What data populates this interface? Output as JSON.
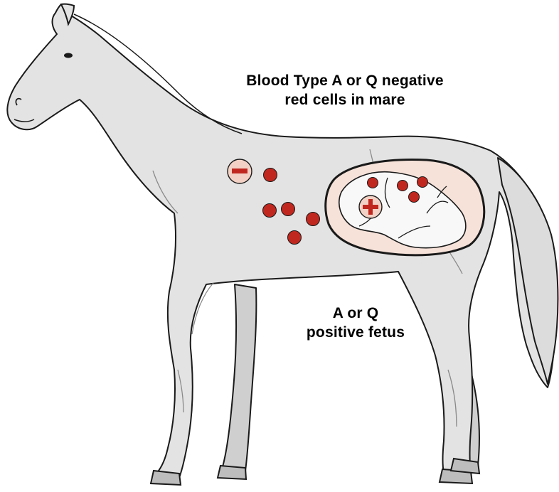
{
  "labels": {
    "mare_line1": "Blood Type A or Q negative",
    "mare_line2": "red cells in mare",
    "fetus_line1": "A or Q",
    "fetus_line2": "positive fetus"
  },
  "symbols": {
    "negative": "negative-antigen-marker",
    "positive": "positive-antigen-marker"
  },
  "colors": {
    "horse_body": "#e3e3e3",
    "horse_shadow": "#cfcfcf",
    "outline": "#1a1a1a",
    "red_cell": "#c0281f",
    "uterus_fill": "#f6e2d9",
    "marker_fill": "#f3d2c5",
    "marker_sign": "#c0281f"
  }
}
